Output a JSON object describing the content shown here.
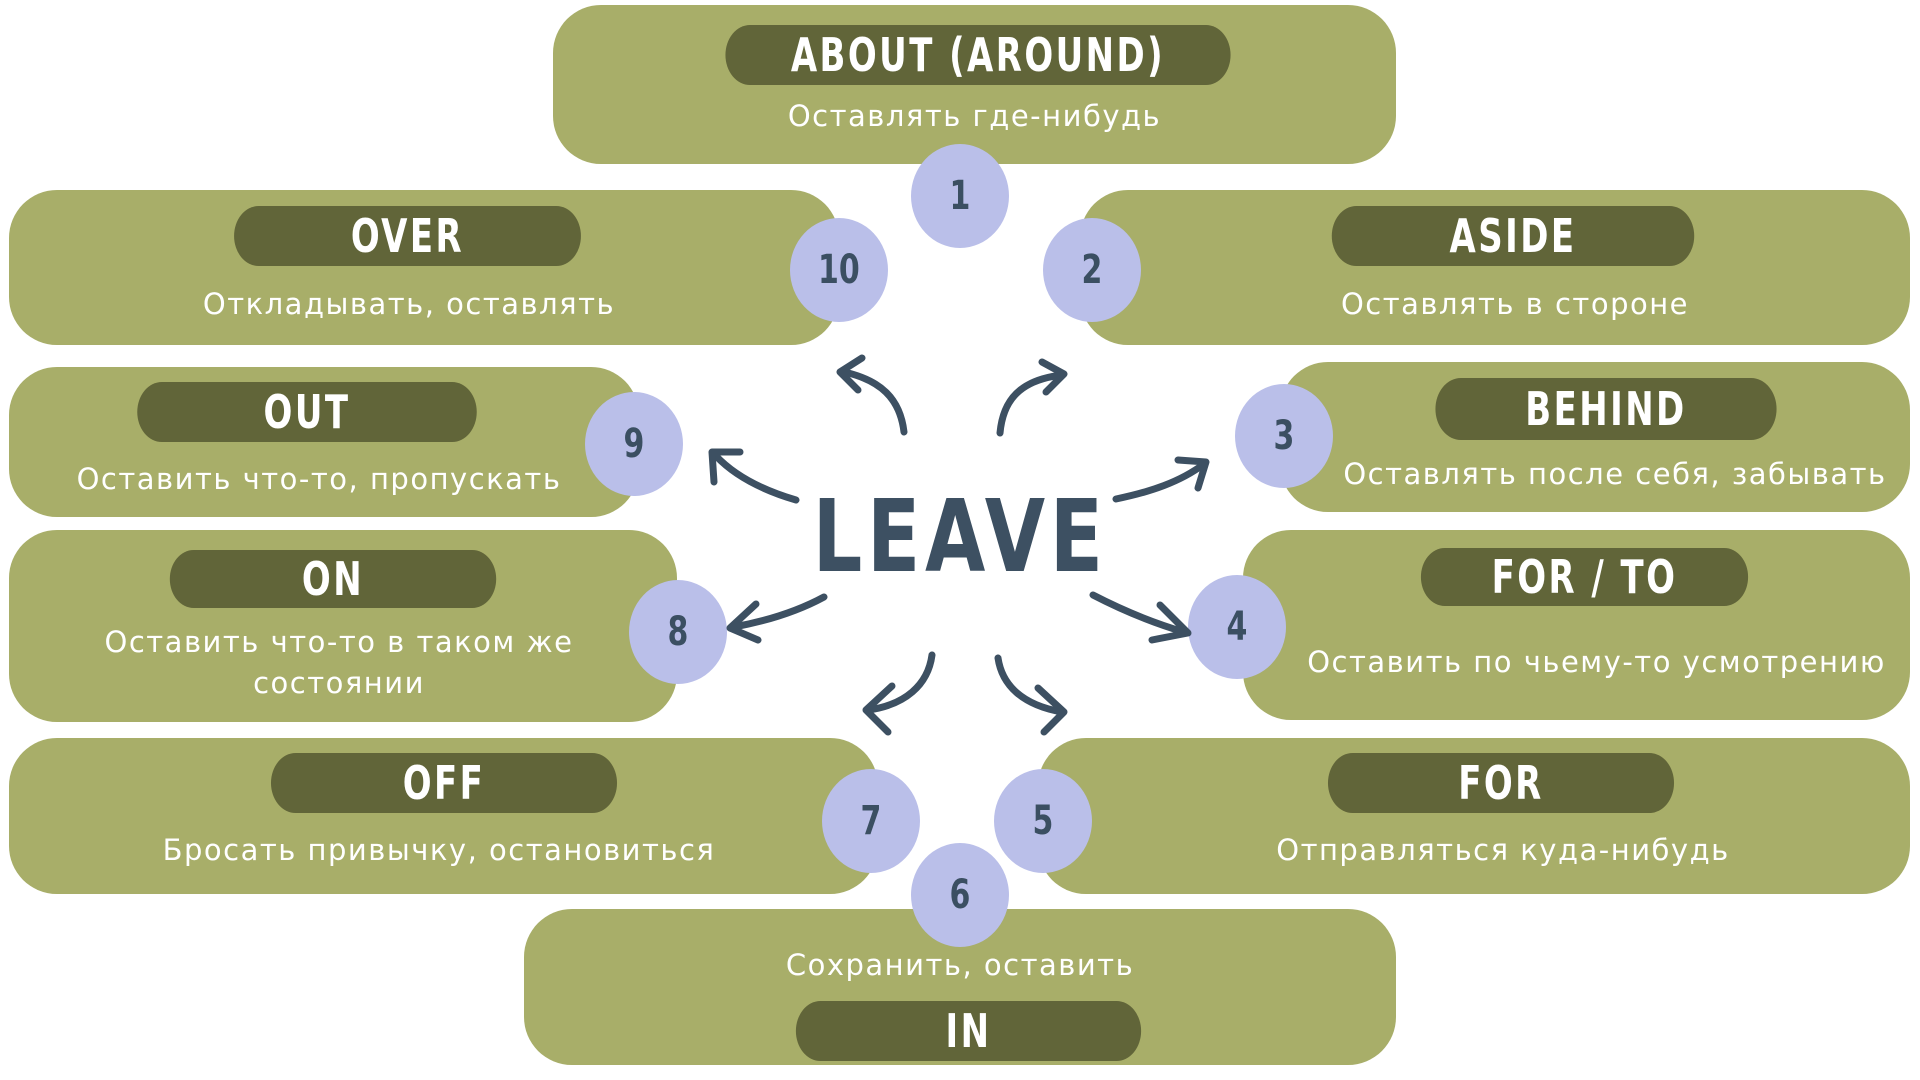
{
  "title": "LEAVE",
  "colors": {
    "card": "#a8ae69",
    "pill": "#616539",
    "circle": "#babfe9",
    "center_text": "#3d5062",
    "arrow": "#3d5062"
  },
  "items": [
    {
      "number": "1",
      "preposition": "ABOUT (AROUND)",
      "meaning": "Оставлять где-нибудь"
    },
    {
      "number": "2",
      "preposition": "ASIDE",
      "meaning": "Оставлять в стороне"
    },
    {
      "number": "3",
      "preposition": "BEHIND",
      "meaning": "Оставлять после себя, забывать"
    },
    {
      "number": "4",
      "preposition": "FOR / TO",
      "meaning": "Оставить по чьему-то усмотрению"
    },
    {
      "number": "5",
      "preposition": "FOR",
      "meaning": "Отправляться куда-нибудь"
    },
    {
      "number": "6",
      "preposition": "IN",
      "meaning": "Сохранить, оставить"
    },
    {
      "number": "7",
      "preposition": "OFF",
      "meaning": "Бросать привычку, остановиться"
    },
    {
      "number": "8",
      "preposition": "ON",
      "meaning": "Оставить что-то в таком же состоянии"
    },
    {
      "number": "9",
      "preposition": "OUT",
      "meaning": "Оставить что-то, пропускать"
    },
    {
      "number": "10",
      "preposition": "OVER",
      "meaning": "Откладывать, оставлять"
    }
  ]
}
